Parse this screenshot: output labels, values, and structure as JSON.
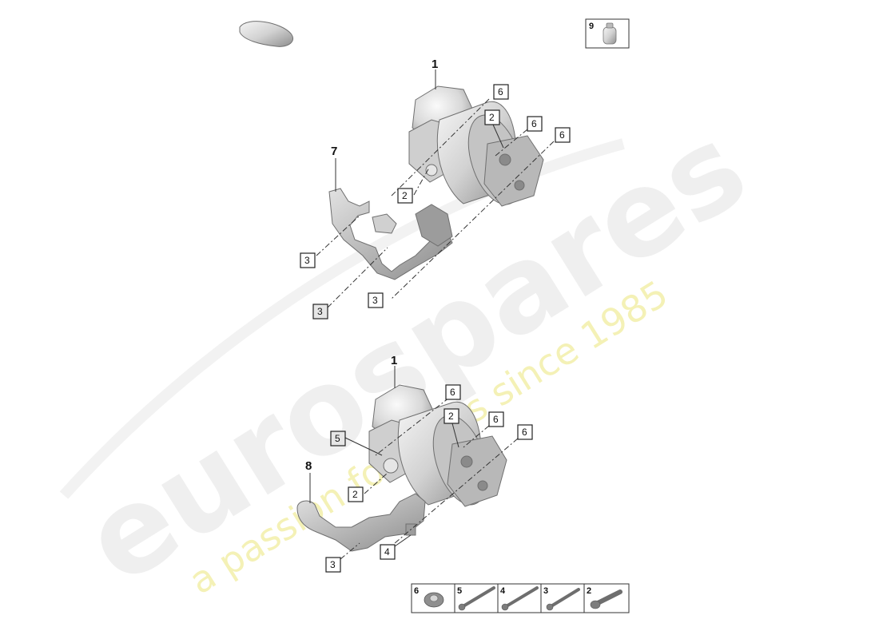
{
  "watermark": {
    "brand": "eurospares",
    "tagline": "a passion for parts since 1985"
  },
  "upper_assembly": {
    "part_number": "1",
    "bracket_number": "7",
    "callouts": [
      "6",
      "2",
      "6",
      "6",
      "2",
      "3",
      "3",
      "3"
    ]
  },
  "lower_assembly": {
    "part_number": "1",
    "bracket_number": "8",
    "callouts": [
      "6",
      "2",
      "6",
      "6",
      "5",
      "2",
      "3",
      "4"
    ]
  },
  "extra_part": {
    "number": "9"
  },
  "hardware_strip": [
    "6",
    "5",
    "4",
    "3",
    "2"
  ],
  "colors": {
    "part_light": "#e8e8e8",
    "part_mid": "#bdbdbd",
    "part_dark": "#7a7a7a",
    "watermark_grey": "#eeeeee",
    "watermark_yellow": "#f3f0b0"
  }
}
